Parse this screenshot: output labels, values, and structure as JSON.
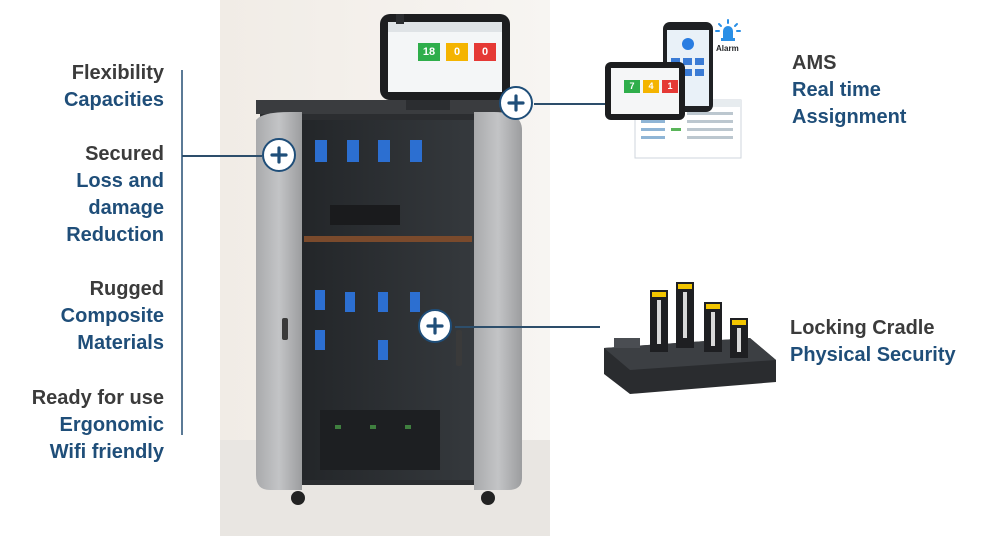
{
  "features_left": [
    {
      "dark": "Flexibility",
      "blue": [
        "Capacities"
      ]
    },
    {
      "dark": "Secured",
      "blue": [
        "Loss and",
        "damage",
        "Reduction"
      ]
    },
    {
      "dark": "Rugged",
      "blue": [
        "Composite",
        "Materials"
      ]
    },
    {
      "dark": "Ready for use",
      "blue": [
        "Ergonomic",
        "Wifi friendly"
      ]
    }
  ],
  "ams": {
    "dark": "AMS",
    "blue": [
      "Real time",
      "Assignment"
    ]
  },
  "cradle": {
    "dark": "Locking Cradle",
    "blue": "Physical Security"
  },
  "kiosk_screen": {
    "tiles": [
      "18",
      "0",
      "0"
    ],
    "colors": [
      "#2fae4b",
      "#f4b400",
      "#e53935"
    ]
  },
  "tablet_screen": {
    "tiles": [
      "7",
      "4",
      "1"
    ],
    "colors": [
      "#2fae4b",
      "#f4b400",
      "#e53935"
    ]
  },
  "phone_screen": {
    "label": "Alarm"
  },
  "icons": {
    "expand": "plus-circle-icon",
    "alarm": "siren-icon"
  },
  "colors": {
    "accent": "#1f4e79",
    "heading": "#3b3b3b",
    "line": "#2d4e6b"
  }
}
